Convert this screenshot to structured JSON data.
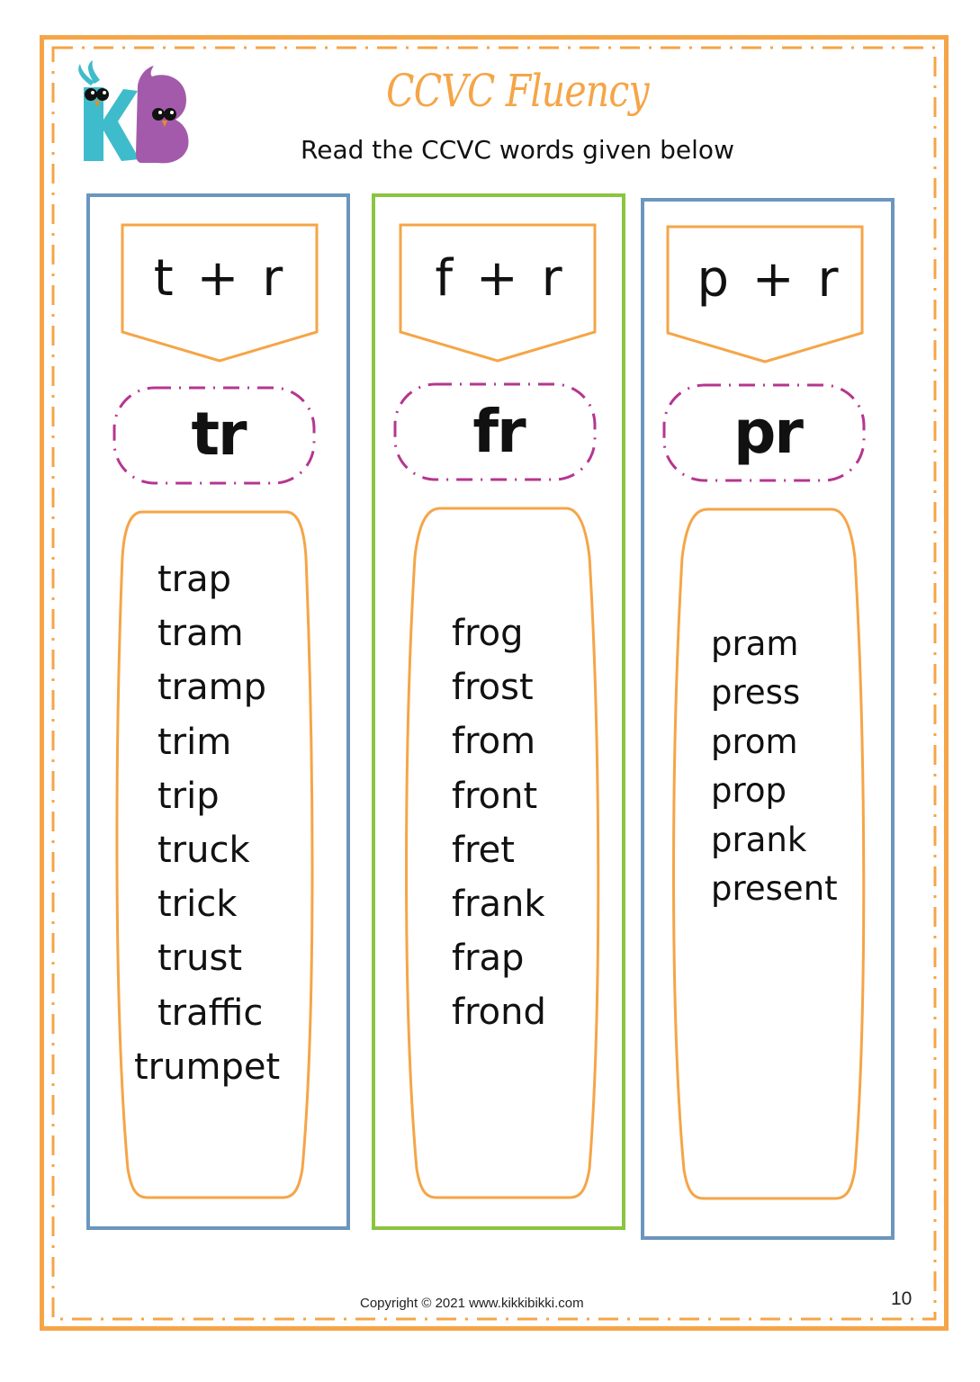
{
  "header": {
    "logo_text": "KB",
    "title": "CCVC Fluency",
    "subtitle": "Read the CCVC words given below"
  },
  "colors": {
    "accent_orange": "#f5a547",
    "column_blue": "#6b96bd",
    "column_green": "#8bc43f",
    "digraph_border_magenta": "#b5368f",
    "logo_k_teal": "#3fbccb",
    "logo_b_purple": "#a45aab"
  },
  "columns": [
    {
      "blend": "t + r",
      "digraph": "tr",
      "words": [
        "trap",
        "tram",
        "tramp",
        "trim",
        "trip",
        "truck",
        "trick",
        "trust",
        "traffic",
        "trumpet"
      ]
    },
    {
      "blend": "f + r",
      "digraph": "fr",
      "words": [
        "frog",
        "frost",
        "from",
        "front",
        "fret",
        "frank",
        "frap",
        "frond"
      ]
    },
    {
      "blend": "p + r",
      "digraph": "pr",
      "words": [
        "pram",
        "press",
        "prom",
        "prop",
        "prank",
        "present"
      ]
    }
  ],
  "footer": {
    "copyright": "Copyright © 2021 www.kikkibikki.com",
    "page_number": "10"
  }
}
